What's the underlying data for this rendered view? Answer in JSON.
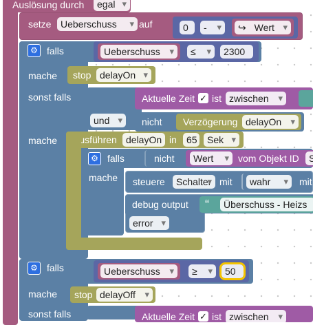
{
  "trigger": {
    "label": "Auslösung durch",
    "value": "egal"
  },
  "setze": {
    "label": "setze",
    "variable": "Ueberschuss",
    "auf": "auf",
    "operand": "0",
    "operator": "-",
    "wert_icon": "↪",
    "wert_label": "Wert"
  },
  "if1": {
    "falls": "falls",
    "variable": "Ueberschuss",
    "compare": "≤",
    "number": "2300",
    "mache": "mache",
    "stop_label": "stop",
    "stop_value": "delayOn",
    "sonst_falls": "sonst falls",
    "time_label": "Aktuelle Zeit",
    "time_check": "✓",
    "time_ist": "ist",
    "time_range": "zwischen",
    "and_value": "und",
    "not_label": "nicht",
    "delay_label": "Verzögerung",
    "delay_value": "delayOn",
    "mache2": "mache",
    "exec_label": "Ausführen",
    "exec_name": "delayOn",
    "exec_in": "in",
    "exec_time": "65",
    "exec_unit": "Sek"
  },
  "inner": {
    "falls": "falls",
    "not_label": "nicht",
    "wert": "Wert",
    "vom_objekt": "vom Objekt ID",
    "objekt_cut": "S",
    "mache": "mache",
    "steuere": "steuere",
    "schalter": "Schalter",
    "mit": "mit",
    "wahr": "wahr",
    "mit2": "mit",
    "debug_label": "debug output",
    "quote": "“",
    "debug_text": "Überschuss - Heizs",
    "error_value": "error"
  },
  "if2": {
    "falls": "falls",
    "variable": "Ueberschuss",
    "compare": "≥",
    "number": "50",
    "mache": "mache",
    "stop_label": "stop",
    "stop_value": "delayOff",
    "sonst_falls": "sonst falls",
    "time_label": "Aktuelle Zeit",
    "time_check": "✓",
    "time_ist": "ist",
    "time_range": "zwischen"
  },
  "colors": {
    "trigger": "#a55b80",
    "logic": "#5b80a5",
    "control": "#a5a55b",
    "math": "#5b67a5",
    "violet": "#9f5ba5",
    "teal": "#5ba59c",
    "selected": "#f5c400"
  }
}
